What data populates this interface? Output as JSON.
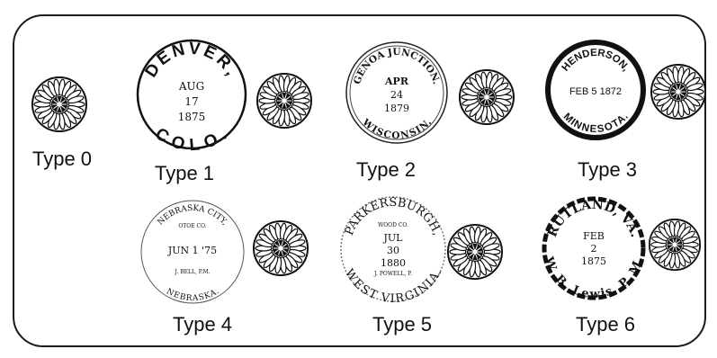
{
  "figure": {
    "types": [
      {
        "label": "Type 0"
      },
      {
        "label": "Type 1",
        "top_arc": "DENVER,",
        "bottom_arc": "COLO.",
        "date": [
          "AUG",
          "17",
          "1875"
        ]
      },
      {
        "label": "Type 2",
        "top_arc": "GENOA JUNCTION.",
        "bottom_arc": "WISCONSIN.",
        "date": [
          "APR",
          "24",
          "1879"
        ]
      },
      {
        "label": "Type 3",
        "top_arc": "HENDERSON,",
        "bottom_arc": "MINNESOTA.",
        "date": [
          "FEB 5 1872"
        ]
      },
      {
        "label": "Type 4",
        "top_arc": "NEBRASKA CITY,",
        "sub_top": "OTOE CO.",
        "date": [
          "JUN 1 '75"
        ],
        "sub_bottom": "J. BELL, P.M.",
        "bottom_arc": "NEBRASKA."
      },
      {
        "label": "Type 5",
        "top_arc": "PARKERSBURGH,",
        "sub_top": "WOOD CO.",
        "date": [
          "JUL",
          "30",
          "1880"
        ],
        "sub_bottom": "J. POWELL, P.",
        "bottom_arc": "WEST VIRGINIA."
      },
      {
        "label": "Type 6",
        "top_arc": "RUTLAND, VA.",
        "bottom_arc": "W. B. Lewis, P. M.",
        "date": [
          "FEB",
          "2",
          "1875"
        ]
      }
    ]
  }
}
